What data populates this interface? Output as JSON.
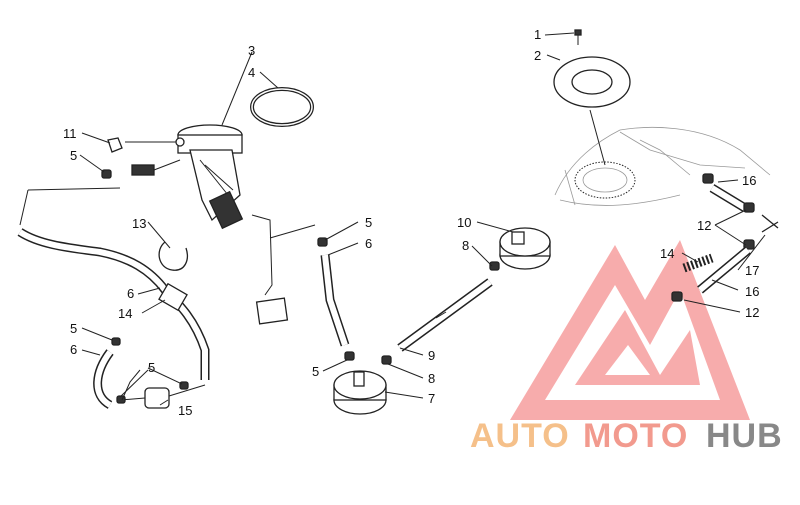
{
  "callouts": [
    {
      "id": "c1",
      "label": "1"
    },
    {
      "id": "c2",
      "label": "2"
    },
    {
      "id": "c3",
      "label": "3"
    },
    {
      "id": "c4",
      "label": "4"
    },
    {
      "id": "c11",
      "label": "11"
    },
    {
      "id": "c5a",
      "label": "5"
    },
    {
      "id": "c13",
      "label": "13"
    },
    {
      "id": "c6a",
      "label": "6"
    },
    {
      "id": "c14a",
      "label": "14"
    },
    {
      "id": "c5b",
      "label": "5"
    },
    {
      "id": "c6b",
      "label": "6"
    },
    {
      "id": "c5c",
      "label": "5"
    },
    {
      "id": "c15",
      "label": "15"
    },
    {
      "id": "c5d",
      "label": "5"
    },
    {
      "id": "c6c",
      "label": "6"
    },
    {
      "id": "c10",
      "label": "10"
    },
    {
      "id": "c8a",
      "label": "8"
    },
    {
      "id": "c9",
      "label": "9"
    },
    {
      "id": "c8b",
      "label": "8"
    },
    {
      "id": "c7",
      "label": "7"
    },
    {
      "id": "c5e",
      "label": "5"
    },
    {
      "id": "c16a",
      "label": "16"
    },
    {
      "id": "c12a",
      "label": "12"
    },
    {
      "id": "c14b",
      "label": "14"
    },
    {
      "id": "c17",
      "label": "17"
    },
    {
      "id": "c16b",
      "label": "16"
    },
    {
      "id": "c12b",
      "label": "12"
    }
  ],
  "watermark": {
    "part1": "AUTO",
    "part2": "MOTO",
    "part3": "HUB",
    "color1": "#f5c08a",
    "color2": "#f29a8e",
    "color3": "#888888",
    "logo_color": "#f26a6a"
  }
}
